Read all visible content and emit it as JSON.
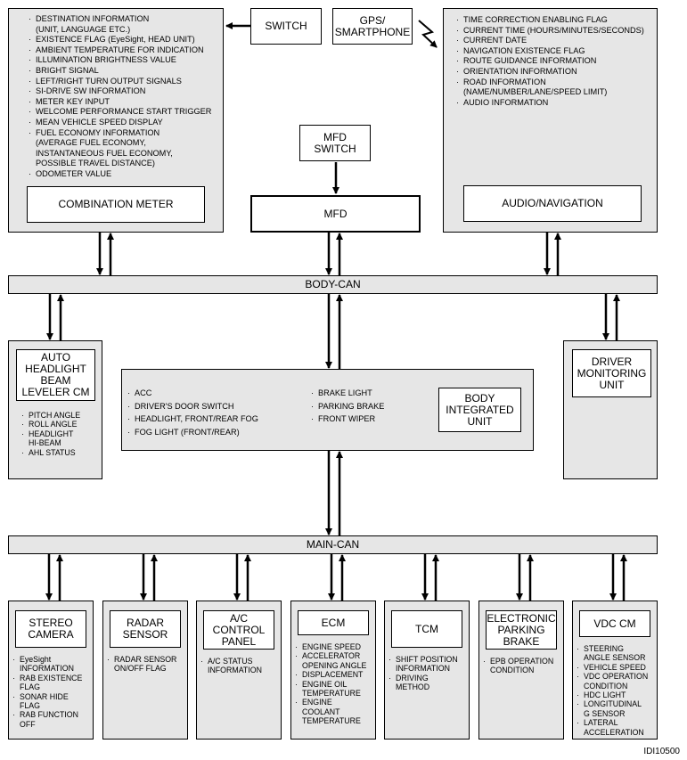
{
  "switch": "SWITCH",
  "gps": "GPS/\nSMARTPHONE",
  "mfd_switch": "MFD\nSWITCH",
  "mfd": "MFD",
  "combination_meter": {
    "title": "COMBINATION METER",
    "items": [
      "DESTINATION INFORMATION\n(UNIT, LANGUAGE ETC.)",
      "EXISTENCE FLAG (EyeSight, HEAD UNIT)",
      "AMBIENT TEMPERATURE FOR INDICATION",
      "ILLUMINATION BRIGHTNESS VALUE",
      "BRIGHT SIGNAL",
      "LEFT/RIGHT TURN OUTPUT SIGNALS",
      "SI-DRIVE SW INFORMATION",
      "METER KEY INPUT",
      "WELCOME PERFORMANCE START TRIGGER",
      "MEAN VEHICLE SPEED DISPLAY",
      "FUEL ECONOMY INFORMATION\n(AVERAGE FUEL ECONOMY,\nINSTANTANEOUS FUEL ECONOMY,\nPOSSIBLE TRAVEL DISTANCE)",
      "ODOMETER VALUE"
    ]
  },
  "audio_nav": {
    "title": "AUDIO/NAVIGATION",
    "items": [
      "TIME CORRECTION ENABLING FLAG",
      "CURRENT TIME (HOURS/MINUTES/SECONDS)",
      "CURRENT DATE",
      "NAVIGATION EXISTENCE FLAG",
      "ROUTE GUIDANCE INFORMATION",
      "ORIENTATION INFORMATION",
      "ROAD INFORMATION\n(NAME/NUMBER/LANE/SPEED LIMIT)",
      "AUDIO INFORMATION"
    ]
  },
  "body_can": "BODY-CAN",
  "main_can": "MAIN-CAN",
  "headlight": {
    "title": "AUTO\nHEADLIGHT\nBEAM\nLEVELER CM",
    "items": [
      "PITCH ANGLE",
      "ROLL ANGLE",
      "HEADLIGHT\nHI-BEAM",
      "AHL STATUS"
    ]
  },
  "body_unit": {
    "title": "BODY\nINTEGRATED\nUNIT",
    "items_left": [
      "ACC",
      "DRIVER'S DOOR SWITCH",
      "HEADLIGHT, FRONT/REAR FOG",
      "FOG LIGHT (FRONT/REAR)"
    ],
    "items_right": [
      "BRAKE LIGHT",
      "PARKING BRAKE",
      "FRONT WIPER"
    ]
  },
  "driver_monitoring": "DRIVER\nMONITORING\nUNIT",
  "modules": [
    {
      "title": "STEREO\nCAMERA",
      "items": [
        "EyeSight\nINFORMATION",
        "RAB EXISTENCE\nFLAG",
        "SONAR HIDE\nFLAG",
        "RAB FUNCTION\nOFF"
      ]
    },
    {
      "title": "RADAR\nSENSOR",
      "items": [
        "RADAR SENSOR\nON/OFF FLAG"
      ]
    },
    {
      "title": "A/C\nCONTROL\nPANEL",
      "items": [
        "A/C STATUS\nINFORMATION"
      ]
    },
    {
      "title": "ECM",
      "items": [
        "ENGINE SPEED",
        "ACCELERATOR\nOPENING ANGLE",
        "DISPLACEMENT",
        "ENGINE OIL\nTEMPERATURE",
        "ENGINE\nCOOLANT\nTEMPERATURE"
      ]
    },
    {
      "title": "TCM",
      "items": [
        "SHIFT POSITION\nINFORMATION",
        "DRIVING\nMETHOD"
      ]
    },
    {
      "title": "ELECTRONIC\nPARKING\nBRAKE",
      "items": [
        "EPB OPERATION\nCONDITION"
      ]
    },
    {
      "title": "VDC CM",
      "items": [
        "STEERING\nANGLE SENSOR",
        "VEHICLE SPEED",
        "VDC OPERATION\nCONDITION",
        "HDC LIGHT",
        "LONGITUDINAL\nG SENSOR",
        "LATERAL\nACCELERATION"
      ]
    }
  ],
  "ref": "IDI10500"
}
